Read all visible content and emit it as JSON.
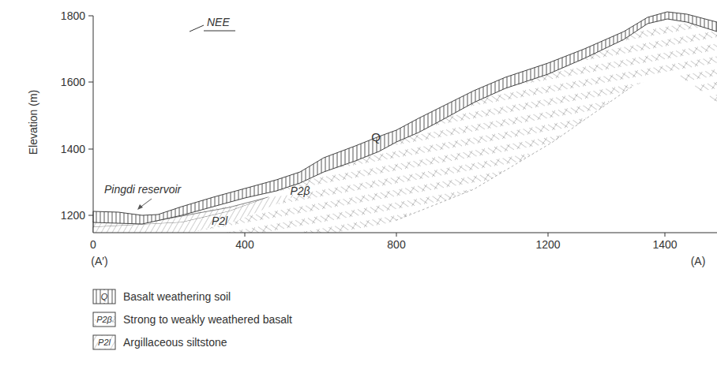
{
  "diagram": {
    "labels": [
      "1800",
      "1600",
      "1400",
      "1200",
      "Elevation (m)",
      "NEE",
      "Pingdi reservoir",
      "Q",
      "P2β",
      "P2l",
      "0",
      "400",
      "800",
      "1200",
      "1400",
      "(A′)",
      "(A)",
      "Q",
      "P2β",
      "P2l"
    ],
    "legend": [
      {
        "text": "Basalt weathering soil"
      },
      {
        "text": "Strong to weakly weathered basalt"
      },
      {
        "text": "Argillaceous siltstone"
      }
    ]
  }
}
